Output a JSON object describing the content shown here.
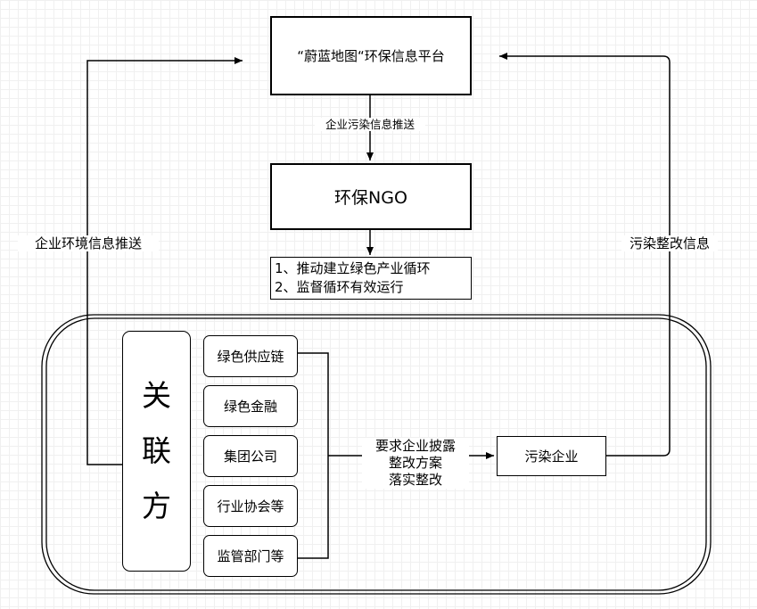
{
  "platform": {
    "title": "“蔚蓝地图“环保信息平台"
  },
  "ngo": {
    "title": "环保NGO"
  },
  "ngo_tasks": {
    "line1": "1、推动建立绿色产业循环",
    "line2": "2、监督循环有效运行"
  },
  "edges": {
    "push_pollution": "企业污染信息推送",
    "push_environment": "企业环境信息推送",
    "rectification_info": "污染整改信息",
    "requirement_line1": "要求企业披露",
    "requirement_line2": "整改方案",
    "requirement_line3": "落实整改"
  },
  "stakeholders": {
    "title_chars": [
      "关",
      "联",
      "方"
    ],
    "items": [
      "绿色供应链",
      "绿色金融",
      "集团公司",
      "行业协会等",
      "监管部门等"
    ]
  },
  "polluter": {
    "title": "污染企业"
  }
}
